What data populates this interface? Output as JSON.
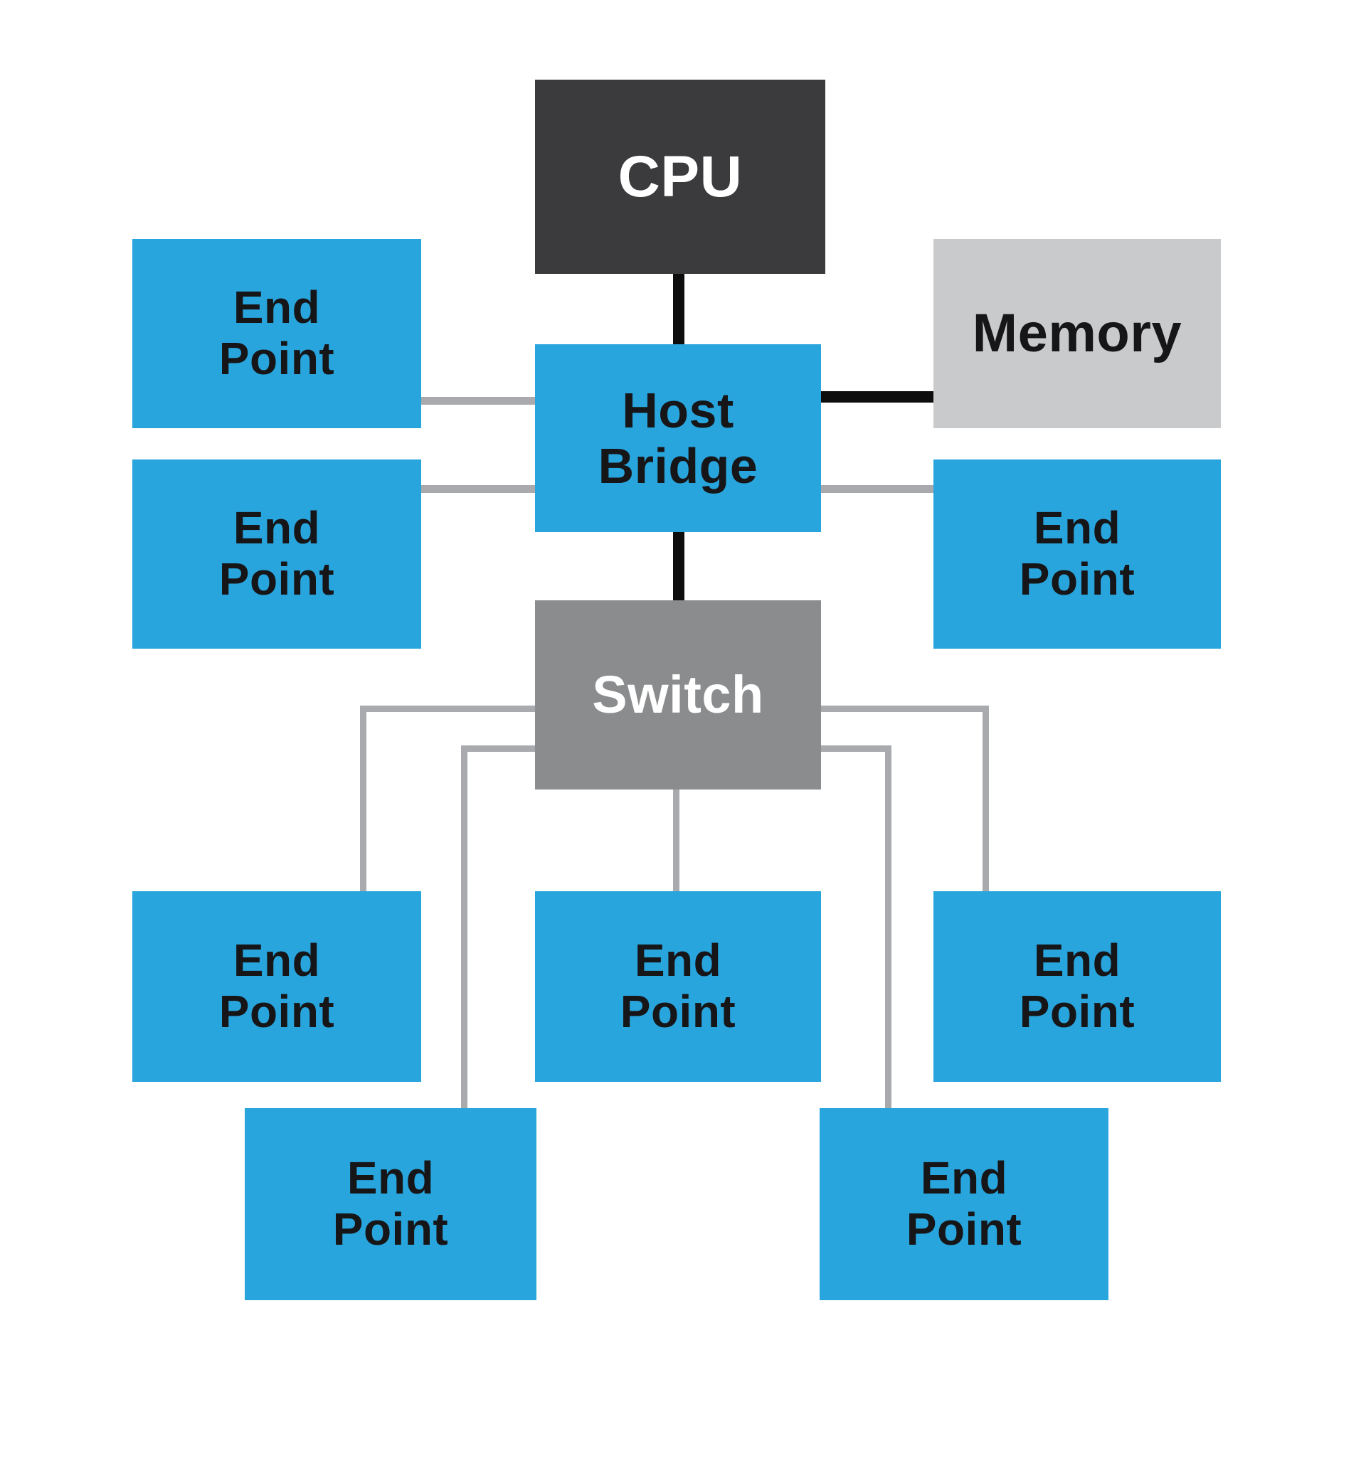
{
  "colors": {
    "node_blue": "#29A5DE",
    "node_dark": "#3B3B3D",
    "node_gray": "#8A8C8E",
    "node_light_gray": "#C9CACC",
    "edge_black": "#0D0D0D",
    "edge_gray": "#A8AAAD"
  },
  "nodes": {
    "cpu": {
      "label": "CPU"
    },
    "host_bridge": {
      "label": "Host\nBridge"
    },
    "memory": {
      "label": "Memory"
    },
    "end_point_top_left": {
      "label": "End\nPoint"
    },
    "end_point_mid_left": {
      "label": "End\nPoint"
    },
    "end_point_right": {
      "label": "End\nPoint"
    },
    "switch": {
      "label": "Switch"
    },
    "end_point_bottom_left": {
      "label": "End\nPoint"
    },
    "end_point_bottom_center": {
      "label": "End\nPoint"
    },
    "end_point_bottom_right": {
      "label": "End\nPoint"
    },
    "end_point_lower_left": {
      "label": "End\nPoint"
    },
    "end_point_lower_right": {
      "label": "End\nPoint"
    }
  },
  "edges": [
    {
      "from": "cpu",
      "to": "host_bridge",
      "style": "thick-black"
    },
    {
      "from": "host_bridge",
      "to": "memory",
      "style": "thick-black"
    },
    {
      "from": "host_bridge",
      "to": "switch",
      "style": "thick-black"
    },
    {
      "from": "end_point_top_left",
      "to": "host_bridge",
      "style": "gray"
    },
    {
      "from": "end_point_mid_left",
      "to": "host_bridge",
      "style": "gray"
    },
    {
      "from": "host_bridge",
      "to": "end_point_right",
      "style": "gray"
    },
    {
      "from": "switch",
      "to": "end_point_bottom_left",
      "style": "gray"
    },
    {
      "from": "switch",
      "to": "end_point_lower_left",
      "style": "gray"
    },
    {
      "from": "switch",
      "to": "end_point_bottom_center",
      "style": "gray"
    },
    {
      "from": "switch",
      "to": "end_point_lower_right",
      "style": "gray"
    },
    {
      "from": "switch",
      "to": "end_point_bottom_right",
      "style": "gray"
    }
  ]
}
